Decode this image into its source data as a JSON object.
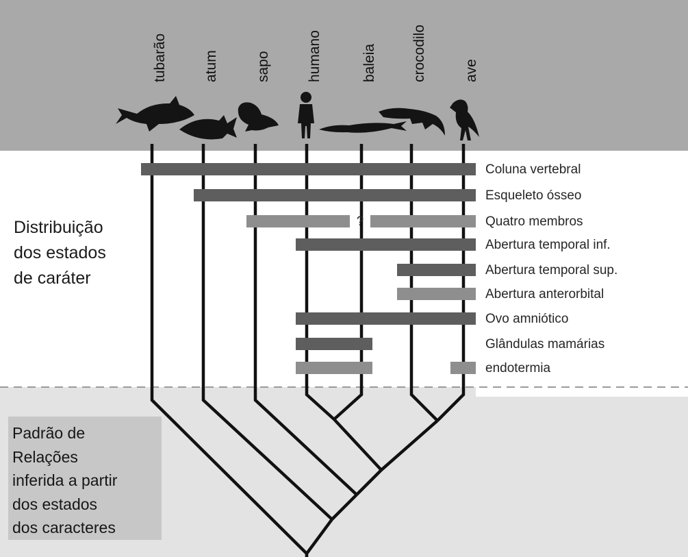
{
  "taxa": [
    "tubarão",
    "atum",
    "sapo",
    "humano",
    "baleia",
    "crocodilo",
    "ave"
  ],
  "animal_icons": [
    "shark-icon",
    "tuna-icon",
    "frog-icon",
    "human-icon",
    "whale-icon",
    "crocodile-icon",
    "bird-icon"
  ],
  "characters": [
    {
      "label": "Coluna vertebral",
      "shade": "dark"
    },
    {
      "label": "Esqueleto ósseo",
      "shade": "dark"
    },
    {
      "label": "Quatro membros",
      "shade": "light"
    },
    {
      "label": "Abertura temporal inf.",
      "shade": "dark"
    },
    {
      "label": "Abertura temporal sup.",
      "shade": "dark"
    },
    {
      "label": "Abertura anterorbital",
      "shade": "light"
    },
    {
      "label": "Ovo amniótico",
      "shade": "dark"
    },
    {
      "label": "Glândulas mamárias",
      "shade": "dark"
    },
    {
      "label": "endotermia",
      "shade": "light"
    }
  ],
  "uncertain_mark": "?",
  "upper_section_label": [
    "Distribuição",
    "dos estados",
    "de caráter"
  ],
  "lower_section_label": [
    "Padrão de",
    "Relações",
    "inferida a partir",
    "dos estados",
    "dos caracteres"
  ],
  "colors": {
    "header_band": "#a9a9a9",
    "lower_band": "#e3e3e3",
    "bar_dark": "#5e5e5e",
    "bar_light": "#8e8e8e",
    "tree_line": "#111111",
    "silhouette": "#141414"
  }
}
